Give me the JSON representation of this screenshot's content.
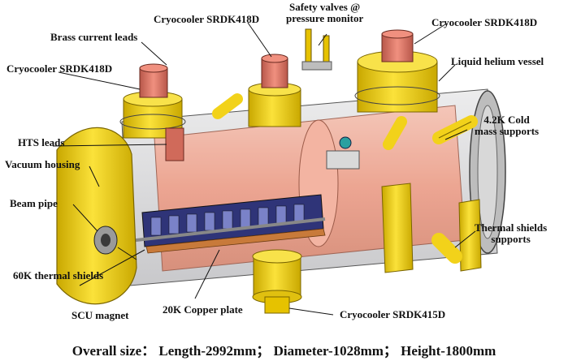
{
  "labels": {
    "brass_current_leads": "Brass current leads",
    "cryocooler_top_left": "Cryocooler SRDK418D",
    "cryocooler_center": "Cryocooler SRDK418D",
    "safety_valves": "Safety valves @\npressure monitor",
    "cryocooler_top_right": "Cryocooler SRDK418D",
    "liquid_helium_vessel": "Liquid helium vessel",
    "hts_leads": "HTS leads",
    "cold_mass_supports": "4.2K Cold\nmass supports",
    "vacuum_housing": "Vacuum housing",
    "beam_pipe": "Beam pipe",
    "thermal_shields_supports": "Thermal shields\nsupports",
    "thermal_shields_60k": "60K thermal shields",
    "scu_magnet": "SCU magnet",
    "copper_plate_20k": "20K Copper plate",
    "cryocooler_bottom": "Cryocooler SRDK415D"
  },
  "caption": "Overall size： Length-2992mm； Diameter-1028mm； Height-1800mm",
  "colors": {
    "yellow": "#f2d21a",
    "yellow_dark": "#b89a00",
    "salmon": "#f0a08c",
    "salmon_dark": "#c8705a",
    "steel": "#c8c8c8",
    "cryohead": "#e07a6a",
    "magnet": "#3a3f8a",
    "leader": "#111111"
  }
}
